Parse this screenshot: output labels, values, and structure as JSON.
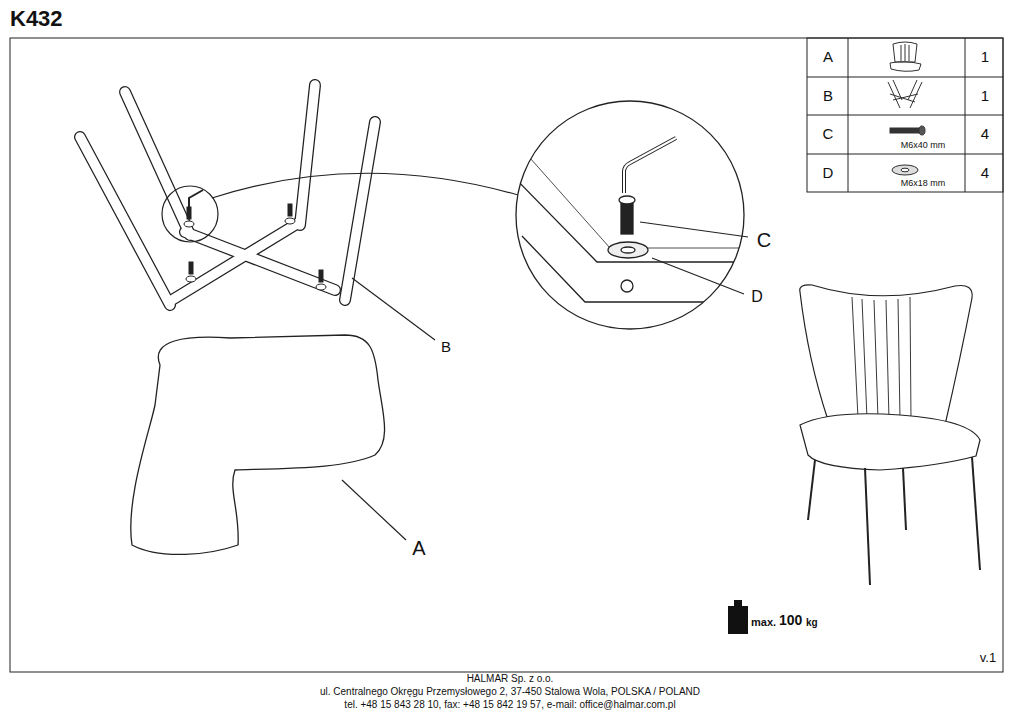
{
  "diagram": {
    "title": "K432",
    "labels": [
      "A",
      "1",
      "B",
      "1",
      "C",
      "M6x40 mm",
      "4",
      "D",
      "M6x18 mm",
      "4",
      "C",
      "D",
      "B",
      "A",
      "max.",
      "100",
      "kg",
      "v.1",
      "HALMAR Sp. z o.o.",
      "ul. Centralnego Okręgu Przemysłowego 2, 37-450 Stalowa Wola, POLSKA / POLAND",
      "tel. +48 15 843 28 10, fax: +48 15 842 19 57, e-mail: office@halmar.com.pl"
    ]
  }
}
